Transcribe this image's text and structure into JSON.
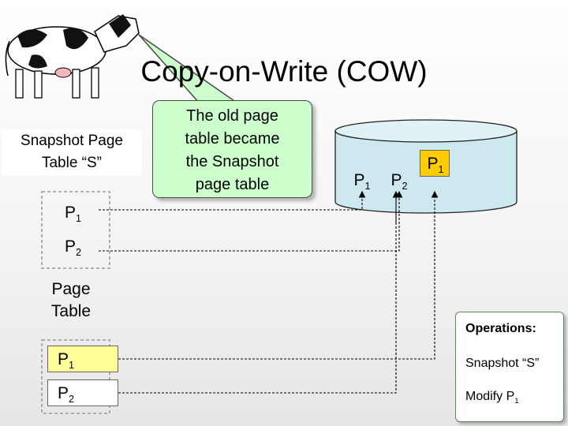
{
  "title": "Copy-on-Write (COW)",
  "snapshot_table": {
    "label_line1": "Snapshot Page",
    "label_line2": "Table “S”",
    "entries": [
      {
        "name": "P",
        "sub": "1"
      },
      {
        "name": "P",
        "sub": "2"
      }
    ]
  },
  "callout": {
    "line1": "The old page",
    "line2": "table became",
    "line3": "the Snapshot",
    "line4": "page table"
  },
  "page_table": {
    "label_line1": "Page",
    "label_line2": "Table",
    "entries": [
      {
        "name": "P",
        "sub": "1"
      },
      {
        "name": "P",
        "sub": "2"
      }
    ]
  },
  "disk": {
    "blocks": [
      {
        "name": "P",
        "sub": "1"
      },
      {
        "name": "P",
        "sub": "2"
      },
      {
        "name": "P",
        "sub": "1"
      }
    ]
  },
  "operations": {
    "title": "Operations:",
    "op1": "Snapshot “S”",
    "op2_name": "Modify P",
    "op2_sub": "1"
  },
  "colors": {
    "callout_bg": "#ccffcc",
    "new_entry_bg": "#ffff99",
    "new_block_bg": "#ffcc00",
    "disk_bg": "#cde8ee"
  }
}
